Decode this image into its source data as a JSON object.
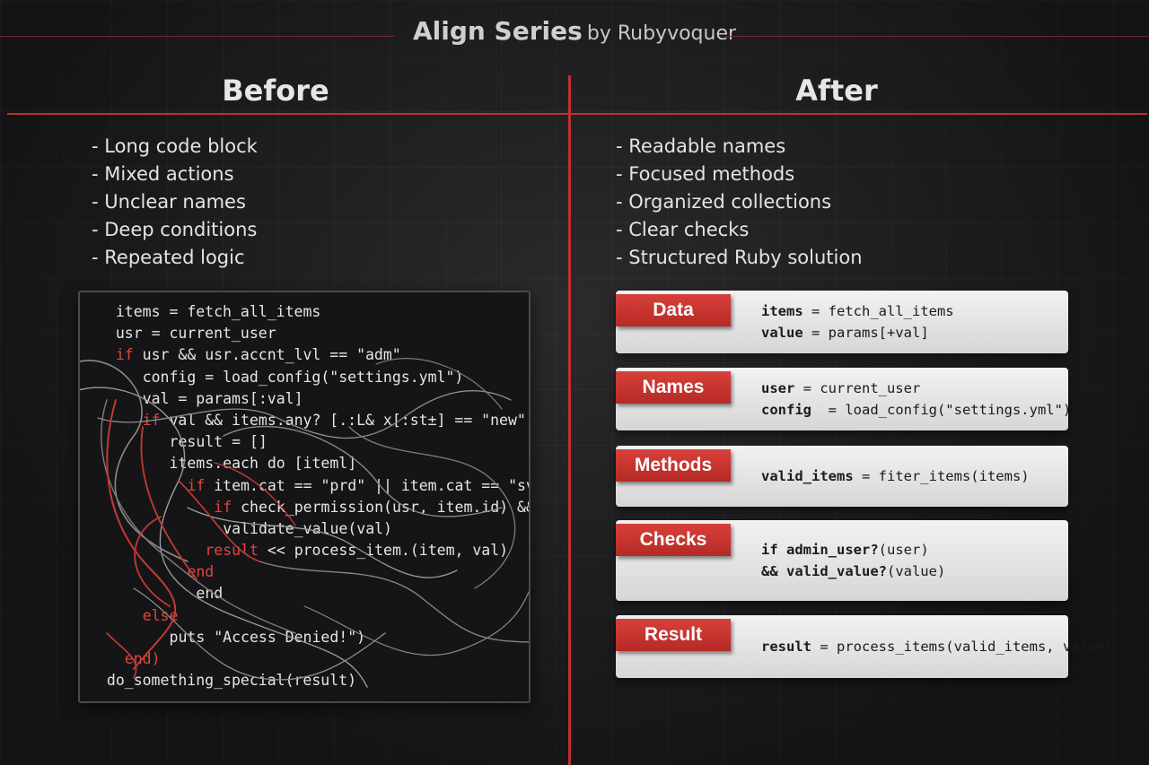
{
  "header": {
    "title": "Align Series",
    "byline": "by Rubyvoquer"
  },
  "before": {
    "heading": "Before",
    "bullets": [
      "Long code block",
      "Mixed actions",
      "Unclear names",
      "Deep conditions",
      "Repeated logic"
    ],
    "code_lines": [
      {
        "text": "items = fetch_all_items",
        "indent": 3
      },
      {
        "text": "usr = current_user",
        "indent": 3
      },
      {
        "pre": "if",
        "text": " usr && usr.accnt_lvl == \"adm\"",
        "indent": 3
      },
      {
        "text": "config = load_config(\"settings.yml\")",
        "indent": 6
      },
      {
        "text": "val = params[:val]",
        "indent": 6
      },
      {
        "pre": "if",
        "text": " val && items.any? [.:L& x[:st±] == \"new\")",
        "indent": 6
      },
      {
        "text": "result = []",
        "indent": 9
      },
      {
        "text": "items.each do [iteml]",
        "indent": 9
      },
      {
        "pre": "if",
        "text": " item.cat == \"prd\" || item.cat == \"svc\"",
        "indent": 11
      },
      {
        "pre": "if",
        "text": " check_permission(usr, item.id) &&",
        "indent": 14
      },
      {
        "text": "validate_value(val)",
        "indent": 15
      },
      {
        "pre": "result",
        "text": " << process_item.(item, val)",
        "indent": 13
      },
      {
        "text": "end",
        "indent": 11,
        "red": true
      },
      {
        "text": "end",
        "indent": 12
      },
      {
        "text": "else",
        "indent": 6,
        "red": true
      },
      {
        "text": "puts \"Access Denied!\")",
        "indent": 9
      },
      {
        "text": "end)",
        "indent": 4,
        "red": true
      },
      {
        "text": "do_something_special(result)",
        "indent": 2
      }
    ]
  },
  "after": {
    "heading": "After",
    "bullets": [
      "Readable names",
      "Focused methods",
      "Organized collections",
      "Clear checks",
      "Structured Ruby solution"
    ],
    "cards": [
      {
        "label": "Data",
        "lines": [
          {
            "bold": "items",
            "rest": " = fetch_all_items"
          },
          {
            "bold": "value",
            "rest": " = params[+val]"
          }
        ]
      },
      {
        "label": "Names",
        "lines": [
          {
            "bold": "user",
            "rest": " = current_user"
          },
          {
            "bold": "config",
            "rest": "  = load_config(\"settings.yml\")"
          }
        ]
      },
      {
        "label": "Methods",
        "lines": [
          {
            "bold": "valid_items",
            "rest": " = fiter_items(items)"
          }
        ]
      },
      {
        "label": "Checks",
        "lines": [
          {
            "bold": "if admin_user?",
            "rest": "(user)"
          },
          {
            "bold": "&& valid_value?",
            "rest": "(value)"
          }
        ]
      },
      {
        "label": "Result",
        "lines": [
          {
            "bold": "result",
            "rest": " = process_items(valid_items, value)"
          }
        ]
      }
    ]
  },
  "colors": {
    "accent_red": "#c0302c",
    "label_red": "#d8403a",
    "background": "#1f1f22",
    "card_bg": "#e8e8e8"
  }
}
